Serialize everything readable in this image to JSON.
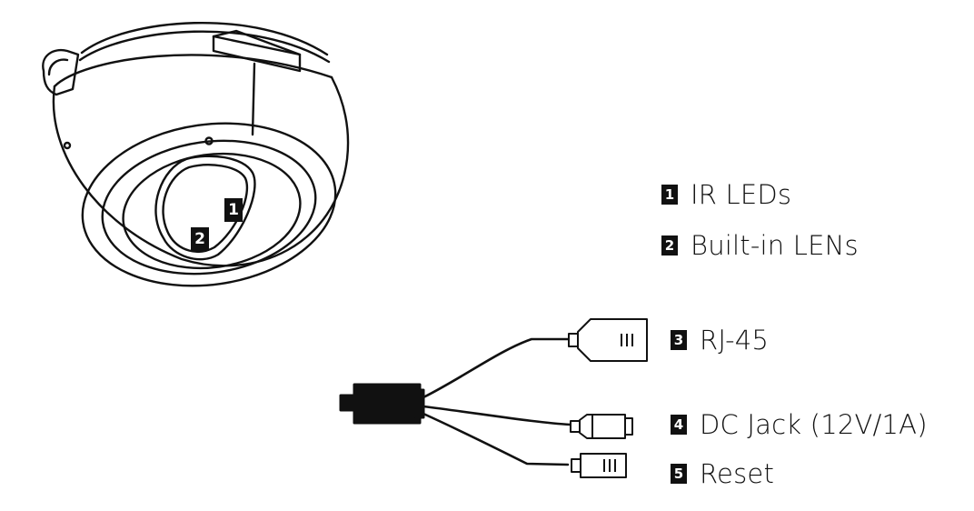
{
  "callouts": [
    {
      "number": "1",
      "label": "IR LEDs"
    },
    {
      "number": "2",
      "label": "Built-in LENs"
    },
    {
      "number": "3",
      "label": "RJ-45"
    },
    {
      "number": "4",
      "label": "DC Jack (12V/1A)"
    },
    {
      "number": "5",
      "label": "Reset"
    }
  ],
  "camera_badges": {
    "leds": "1",
    "lens": "2"
  },
  "icons": {
    "camera": "dome-camera-icon",
    "cable": "cable-harness-icon",
    "rj45": "rj45-connector-icon",
    "dc": "dc-jack-connector-icon",
    "reset": "reset-connector-icon"
  },
  "colors": {
    "ink": "#111111",
    "background": "#ffffff"
  }
}
